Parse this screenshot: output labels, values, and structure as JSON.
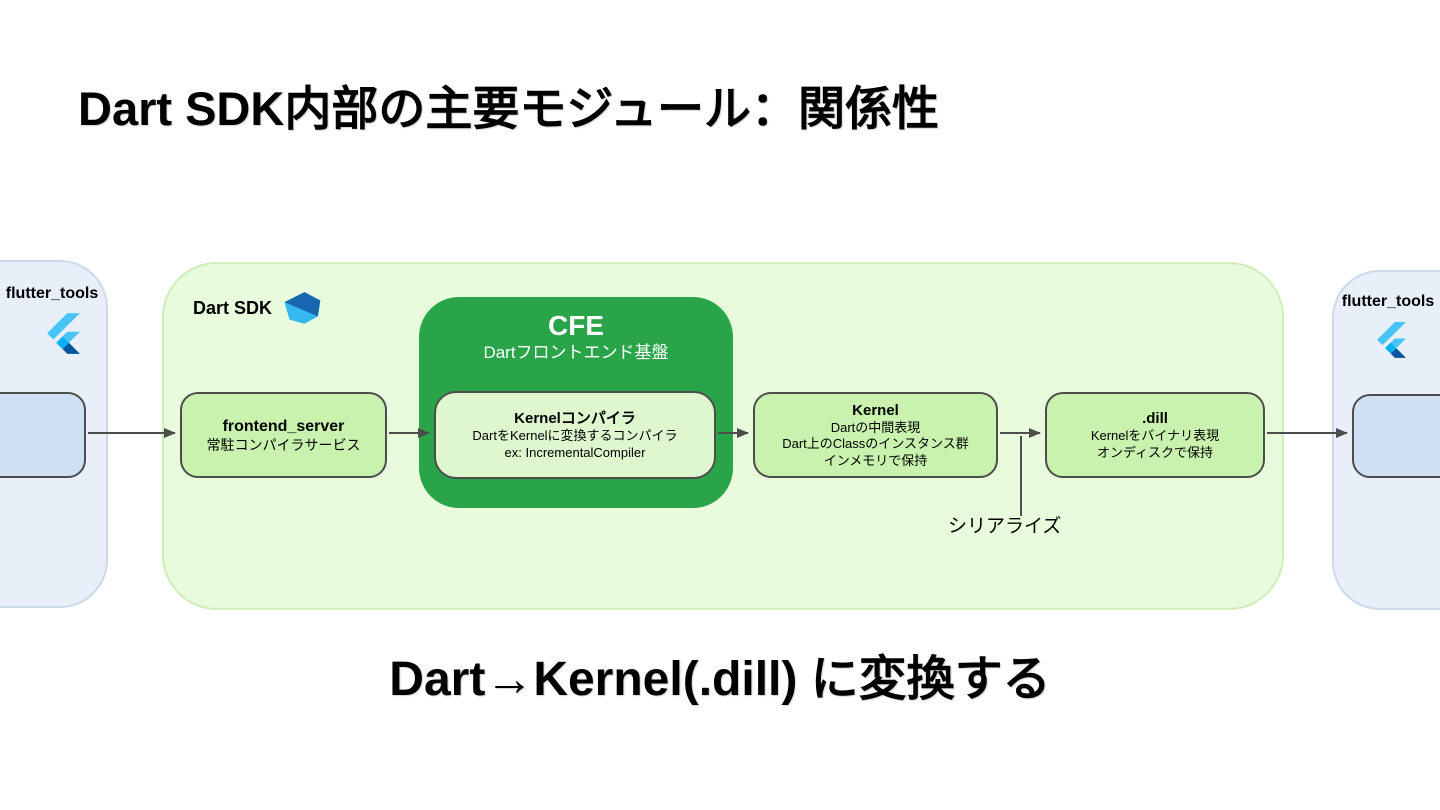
{
  "title": "Dart SDK内部の主要モジュール：関係性",
  "caption": "Dart→Kernel(.dill) に変換する",
  "sdk": {
    "label": "Dart SDK"
  },
  "flutter_tools_left": {
    "label": "flutter_tools"
  },
  "flutter_tools_right": {
    "label": "flutter_tools"
  },
  "boxes": {
    "frontend_server": {
      "title": "frontend_server",
      "subtitle": "常駐コンパイラサービス"
    },
    "cfe": {
      "title": "CFE",
      "subtitle": "Dartフロントエンド基盤"
    },
    "kernel_compiler": {
      "title": "Kernelコンパイラ",
      "desc1": "DartをKernelに変換するコンパイラ",
      "desc2": "ex: IncrementalCompiler"
    },
    "kernel": {
      "title": "Kernel",
      "desc1": "Dartの中間表現",
      "desc2": "Dart上のClassのインスタンス群",
      "desc3": "インメモリで保持"
    },
    "dill": {
      "title": ".dill",
      "desc1": "Kernelをバイナリ表現",
      "desc2": "オンディスクで保持"
    }
  },
  "labels": {
    "serialize": "シリアライズ"
  },
  "icons": {
    "dart_logo": "dart-logo-icon",
    "flutter_logo_left": "flutter-logo-icon",
    "flutter_logo_right": "flutter-logo-icon"
  },
  "colors": {
    "sdk_container_bg": "#e8fbdc",
    "sdk_container_border": "#cdeeb8",
    "cfe_green": "#2aa449",
    "module_box_bg": "#c9f2ae",
    "kernel_compiler_box_bg": "#dff7cf",
    "tools_container_bg": "#e9eff9",
    "tools_box_bg": "#cfdff4",
    "box_border": "#4d4d4d",
    "arrow": "#4d4d4d",
    "dart_logo_light_blue": "#35b7ef",
    "dart_logo_dark_blue": "#1767b0",
    "flutter_light_blue": "#47c5fb",
    "flutter_mid_blue": "#03b1f4",
    "flutter_dark_blue": "#00569e"
  }
}
